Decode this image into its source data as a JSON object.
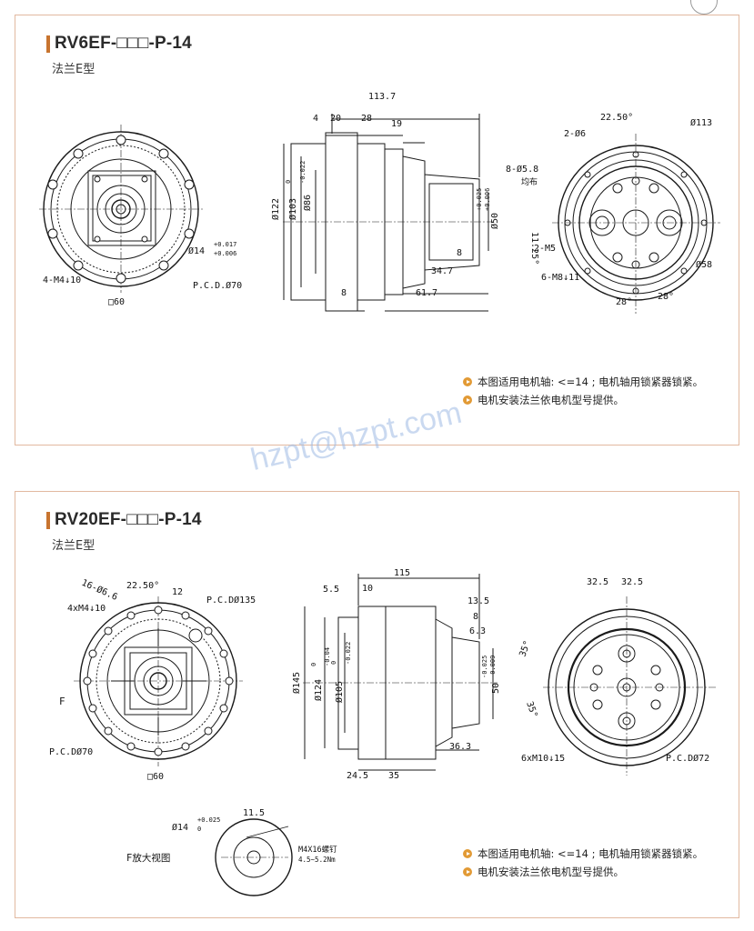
{
  "page": {
    "watermark": "hzpt@hzpt.com"
  },
  "panel1": {
    "title": "RV6EF-□□□-P-14",
    "subtitle": "法兰E型",
    "notes": [
      "本图适用电机轴: <=14 ; 电机轴用锁紧器锁紧。",
      "电机安装法兰依电机型号提供。"
    ],
    "dims": {
      "m4": "4-M4↓10",
      "sq60": "□60",
      "pcd70": "P.C.D.Ø70",
      "d14": "Ø14",
      "tol14_up": "+0.017",
      "tol14_lo": "+0.006",
      "total": "113.7",
      "d4": "4",
      "d20": "20",
      "d28": "28",
      "d19": "19",
      "dia122": "Ø122",
      "dia103": "Ø103",
      "tol103_up": "0",
      "tol103_lo": "-0.022",
      "dia86": "Ø86",
      "dia50": "Ø50",
      "tol50_up": "+0.025",
      "tol50_lo": "+0.006",
      "d8a": "8",
      "d8b": "8",
      "d347": "34.7",
      "d617": "61.7",
      "ang2250": "22.50°",
      "holes2": "2-Ø6",
      "d113": "Ø113",
      "holes8": "8-Ø5.8",
      "junbu": "均布",
      "ang1125": "11.25°",
      "m5": "2-M5",
      "m8": "6-M8↓11",
      "d58": "Ø58",
      "ang28a": "28°",
      "ang28b": "28°"
    }
  },
  "panel2": {
    "title": "RV20EF-□□□-P-14",
    "subtitle": "法兰E型",
    "notes": [
      "本图适用电机轴: <=14 ; 电机轴用锁紧器锁紧。",
      "电机安装法兰依电机型号提供。"
    ],
    "dims": {
      "holes16": "16-Ø6.6",
      "ang2250": "22.50°",
      "d12": "12",
      "m4": "4xM4↓10",
      "pcd135": "P.C.DØ135",
      "f": "F",
      "pcd70": "P.C.DØ70",
      "sq60": "□60",
      "total": "115",
      "d55": "5.5",
      "d10": "10",
      "d135": "13.5",
      "d8": "8",
      "d63": "6.3",
      "dia145": "Ø145",
      "dia124": "Ø124",
      "tol124_up": "0",
      "tol124_lo": "-0.04",
      "dia105": "Ø105",
      "tol105_up": "0",
      "tol105_lo": "-0.022",
      "dia50": "50",
      "tol50_up": "-0.025",
      "tol50_lo": "-0.009",
      "d363": "36.3",
      "d245": "24.5",
      "d35": "35",
      "d325a": "32.5",
      "d325b": "32.5",
      "ang35a": "35°",
      "ang35b": "35°",
      "m10": "6xM10↓15",
      "pcd72": "P.C.DØ72",
      "detail_label": "F放大视图",
      "d14": "Ø14",
      "tol14_up": "+0.025",
      "tol14_lo": "0",
      "d115": "11.5",
      "screw": "M4X16螺钉",
      "torque": "4.5~5.2Nm"
    }
  },
  "colors": {
    "accent": "#c8742f",
    "border": "#e2b9a0",
    "bullet": "#e29a35",
    "watermark": "#9fbbe4",
    "line": "#1a1a1a"
  }
}
